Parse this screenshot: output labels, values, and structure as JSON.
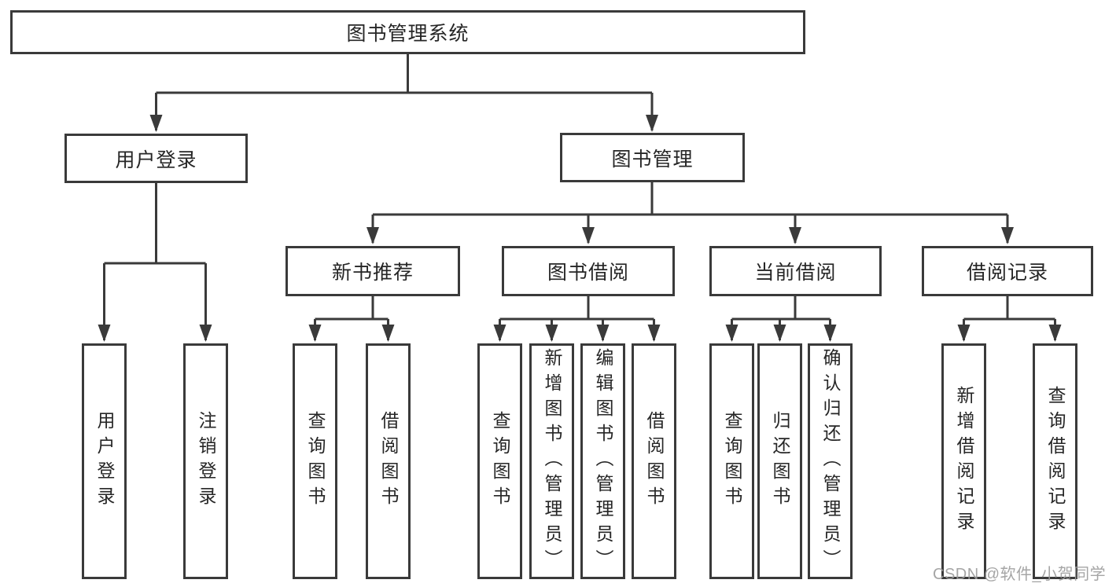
{
  "nodes": {
    "root": "图书管理系统",
    "user_login": "用户登录",
    "book_management": "图书管理",
    "new_book_recommend": "新书推荐",
    "book_borrowing": "图书借阅",
    "current_borrowing": "当前借阅",
    "borrowing_records": "借阅记录",
    "leaf_user_login": "用户登录",
    "leaf_logout": "注销登录",
    "leaf_rec_query_book": "查询图书",
    "leaf_rec_borrow_book": "借阅图书",
    "leaf_bb_query_book": "查询图书",
    "leaf_bb_add_book_admin": "新增图书（管理员）",
    "leaf_bb_edit_book_admin": "编辑图书（管理员）",
    "leaf_bb_borrow_book": "借阅图书",
    "leaf_cb_query_book": "查询图书",
    "leaf_cb_return_book": "归还图书",
    "leaf_cb_confirm_return_admin": "确认归还（管理员）",
    "leaf_br_add_record": "新增借阅记录",
    "leaf_br_query_record": "查询借阅记录"
  },
  "edges": [
    [
      "图书管理系统",
      "用户登录"
    ],
    [
      "图书管理系统",
      "图书管理"
    ],
    [
      "用户登录",
      "用户登录"
    ],
    [
      "用户登录",
      "注销登录"
    ],
    [
      "图书管理",
      "新书推荐"
    ],
    [
      "图书管理",
      "图书借阅"
    ],
    [
      "图书管理",
      "当前借阅"
    ],
    [
      "图书管理",
      "借阅记录"
    ],
    [
      "新书推荐",
      "查询图书"
    ],
    [
      "新书推荐",
      "借阅图书"
    ],
    [
      "图书借阅",
      "查询图书"
    ],
    [
      "图书借阅",
      "新增图书（管理员）"
    ],
    [
      "图书借阅",
      "编辑图书（管理员）"
    ],
    [
      "图书借阅",
      "借阅图书"
    ],
    [
      "当前借阅",
      "查询图书"
    ],
    [
      "当前借阅",
      "归还图书"
    ],
    [
      "当前借阅",
      "确认归还（管理员）"
    ],
    [
      "借阅记录",
      "新增借阅记录"
    ],
    [
      "借阅记录",
      "查询借阅记录"
    ]
  ],
  "watermark": {
    "text": "CSDN @软件_小贺同学"
  },
  "colors": {
    "line": "#3a3a3a",
    "text": "#262626",
    "watermark": "#9c9c9c",
    "background": "#ffffff"
  }
}
